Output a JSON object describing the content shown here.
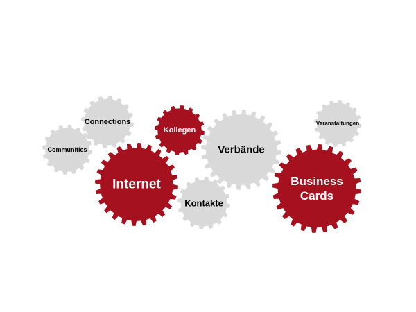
{
  "colors": {
    "red": "#a5111e",
    "grey": "#d9d9d9",
    "dark_text": "#000000",
    "light_text": "#ffffff"
  },
  "gears": [
    {
      "id": "communities",
      "label": "Communities",
      "color": "grey"
    },
    {
      "id": "connections",
      "label": "Connections",
      "color": "grey"
    },
    {
      "id": "kollegen",
      "label": "Kollegen",
      "color": "red"
    },
    {
      "id": "internet",
      "label": "Internet",
      "color": "red"
    },
    {
      "id": "verbaende",
      "label": "Verbände",
      "color": "grey"
    },
    {
      "id": "kontakte",
      "label": "Kontakte",
      "color": "grey"
    },
    {
      "id": "veranstaltungen",
      "label": "Veranstaltungen",
      "color": "grey"
    },
    {
      "id": "business-cards",
      "label": [
        "Business",
        "Cards"
      ],
      "color": "red"
    }
  ]
}
